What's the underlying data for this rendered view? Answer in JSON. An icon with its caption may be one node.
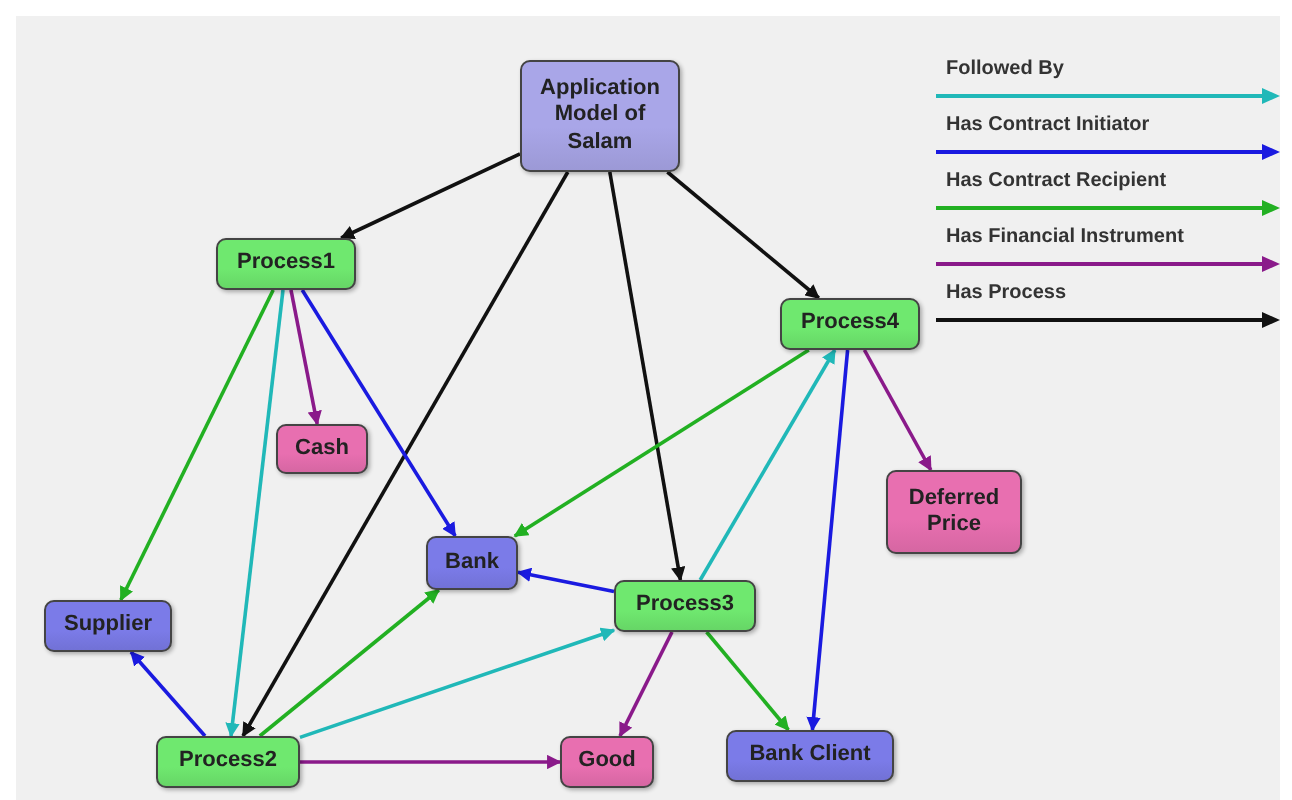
{
  "diagram": {
    "nodes": [
      {
        "text": [
          "Application Model of Salam"
        ]
      },
      {
        "text": [
          "Process1"
        ]
      },
      {
        "text": [
          "Process4"
        ]
      },
      {
        "text": [
          "Cash"
        ]
      },
      {
        "text": [
          "Deferred Price"
        ]
      },
      {
        "text": [
          "Bank"
        ]
      },
      {
        "text": [
          "Supplier"
        ]
      },
      {
        "text": [
          "Process3"
        ]
      },
      {
        "text": [
          "Process2"
        ]
      },
      {
        "text": [
          "Good"
        ]
      },
      {
        "text": [
          "Bank Client"
        ]
      }
    ],
    "edges": [
      {
        "from": 0,
        "to": 1,
        "arrow": "to",
        "color": "#111111"
      },
      {
        "from": 0,
        "to": 8,
        "arrow": "to",
        "color": "#111111"
      },
      {
        "from": 0,
        "to": 7,
        "arrow": "to",
        "color": "#111111"
      },
      {
        "from": 0,
        "to": 2,
        "arrow": "to",
        "color": "#111111"
      },
      {
        "from": 1,
        "to": 3,
        "arrow": "to",
        "color": "#8a1a8a"
      },
      {
        "from": 1,
        "to": 5,
        "arrow": "to",
        "color": "#1a1ae0"
      },
      {
        "from": 1,
        "to": 6,
        "arrow": "to",
        "color": "#22b022"
      },
      {
        "from": 1,
        "to": 8,
        "arrow": "to",
        "color": "#20b8b8"
      },
      {
        "from": 8,
        "to": 6,
        "arrow": "to",
        "color": "#1a1ae0"
      },
      {
        "from": 8,
        "to": 5,
        "arrow": "to",
        "color": "#22b022"
      },
      {
        "from": 8,
        "to": 7,
        "arrow": "to",
        "color": "#20b8b8"
      },
      {
        "from": 8,
        "to": 9,
        "arrow": "to",
        "color": "#8a1a8a"
      },
      {
        "from": 7,
        "to": 5,
        "arrow": "to",
        "color": "#1a1ae0"
      },
      {
        "from": 7,
        "to": 9,
        "arrow": "to",
        "color": "#8a1a8a"
      },
      {
        "from": 7,
        "to": 10,
        "arrow": "to",
        "color": "#22b022"
      },
      {
        "from": 7,
        "to": 2,
        "arrow": "to",
        "color": "#20b8b8"
      },
      {
        "from": 2,
        "to": 5,
        "arrow": "to",
        "color": "#22b022"
      },
      {
        "from": 2,
        "to": 10,
        "arrow": "to",
        "color": "#1a1ae0"
      },
      {
        "from": 2,
        "to": 4,
        "arrow": "to",
        "color": "#8a1a8a"
      }
    ],
    "legend": [
      {
        "text": "Followed By",
        "color": "#20b8b8"
      },
      {
        "text": "Has Contract Initiator",
        "color": "#1a1ae0"
      },
      {
        "text": "Has Contract Recipient",
        "color": "#22b022"
      },
      {
        "text": "Has Financial Instrument",
        "color": "#8a1a8a"
      },
      {
        "text": "Has Process",
        "color": "#111111"
      }
    ]
  }
}
